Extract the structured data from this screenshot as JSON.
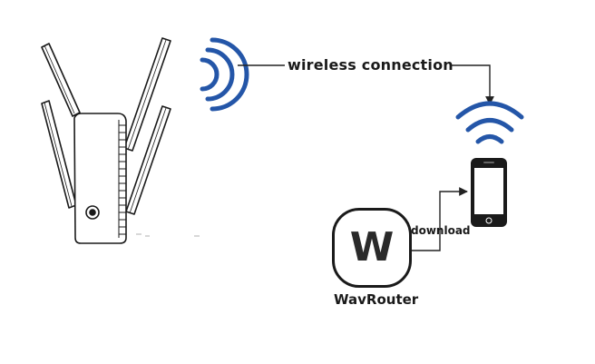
{
  "diagram": {
    "connection_label": "wireless connection",
    "download_label": "download",
    "app": {
      "letter": "W",
      "name": "WavRouter"
    }
  },
  "colors": {
    "signal": "#2456a8",
    "ink": "#1a1a1a",
    "line": "#222222"
  },
  "icons": [
    "wifi-extender-icon",
    "wifi-waves-icon",
    "wifi-signal-icon",
    "smartphone-icon",
    "app-icon"
  ]
}
